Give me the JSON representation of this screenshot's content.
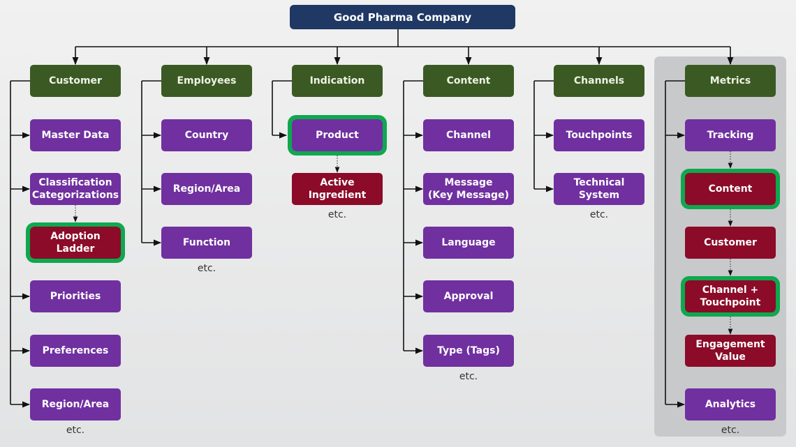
{
  "title": "Good Pharma Company",
  "colors": {
    "root": "#1f3864",
    "category": "#3b5a23",
    "attribute": "#7030a0",
    "sub_attribute": "#8b0b28",
    "highlight": "#0ea84f",
    "panel": "#c8c9cb"
  },
  "columns": [
    {
      "header": "Customer",
      "items": [
        {
          "label": "Master Data",
          "type": "attribute"
        },
        {
          "label": "Classification\nCategorizations",
          "type": "attribute"
        },
        {
          "label": "Adoption\nLadder",
          "type": "sub_attribute",
          "highlighted": true,
          "dotted_from_previous": true
        },
        {
          "label": "Priorities",
          "type": "attribute"
        },
        {
          "label": "Preferences",
          "type": "attribute"
        },
        {
          "label": "Region/Area",
          "type": "attribute"
        }
      ],
      "etc": "etc."
    },
    {
      "header": "Employees",
      "items": [
        {
          "label": "Country",
          "type": "attribute"
        },
        {
          "label": "Region/Area",
          "type": "attribute"
        },
        {
          "label": "Function",
          "type": "attribute"
        }
      ],
      "etc": "etc."
    },
    {
      "header": "Indication",
      "items": [
        {
          "label": "Product",
          "type": "attribute",
          "highlighted": true
        },
        {
          "label": "Active\nIngredient",
          "type": "sub_attribute",
          "dotted_from_previous": true
        }
      ],
      "etc": "etc."
    },
    {
      "header": "Content",
      "items": [
        {
          "label": "Channel",
          "type": "attribute"
        },
        {
          "label": "Message\n(Key Message)",
          "type": "attribute"
        },
        {
          "label": "Language",
          "type": "attribute"
        },
        {
          "label": "Approval",
          "type": "attribute"
        },
        {
          "label": "Type (Tags)",
          "type": "attribute"
        }
      ],
      "etc": "etc."
    },
    {
      "header": "Channels",
      "items": [
        {
          "label": "Touchpoints",
          "type": "attribute"
        },
        {
          "label": "Technical\nSystem",
          "type": "attribute"
        }
      ],
      "etc": "etc."
    },
    {
      "header": "Metrics",
      "panel": true,
      "items": [
        {
          "label": "Tracking",
          "type": "attribute"
        },
        {
          "label": "Content",
          "type": "sub_attribute",
          "highlighted": true,
          "dotted_from_previous": true
        },
        {
          "label": "Customer",
          "type": "sub_attribute",
          "dotted_from_previous": true
        },
        {
          "label": "Channel +\nTouchpoint",
          "type": "sub_attribute",
          "highlighted": true,
          "dotted_from_previous": true
        },
        {
          "label": "Engagement\nValue",
          "type": "sub_attribute",
          "dotted_from_previous": true
        },
        {
          "label": "Analytics",
          "type": "attribute"
        }
      ],
      "etc": "etc."
    }
  ]
}
